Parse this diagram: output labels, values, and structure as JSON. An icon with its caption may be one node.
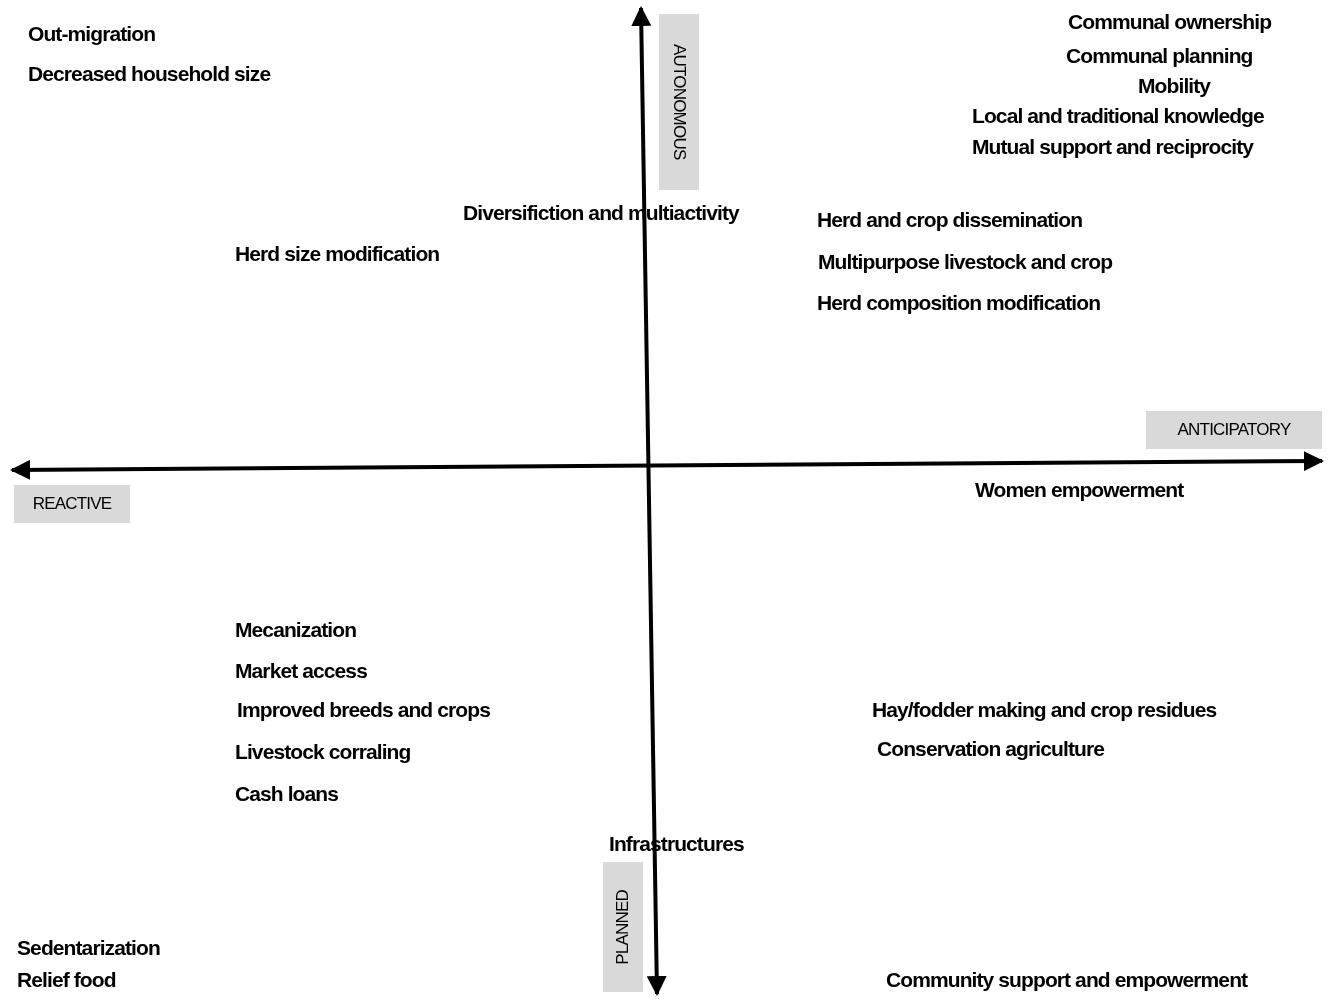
{
  "diagram": {
    "labels": [
      "Out-migration",
      "Decreased household size",
      "AUTONOMOUS",
      "Communal ownership",
      "Communal planning",
      "Mobility",
      "Local and traditional knowledge",
      "Mutual support and reciprocity",
      "Diversifiction and multiactivity",
      "Herd and crop dissemination",
      "Herd size modification",
      "Multipurpose livestock and crop",
      "Herd composition modification",
      "ANTICIPATORY",
      "REACTIVE",
      "Women empowerment",
      "Mecanization",
      "Market access",
      "Improved breeds and crops",
      "Hay/fodder making and crop residues",
      "Livestock corraling",
      "Conservation agriculture",
      "Cash loans",
      "Infrastructures",
      "PLANNED",
      "Sedentarization",
      "Relief food",
      "Community support and empowerment"
    ]
  }
}
